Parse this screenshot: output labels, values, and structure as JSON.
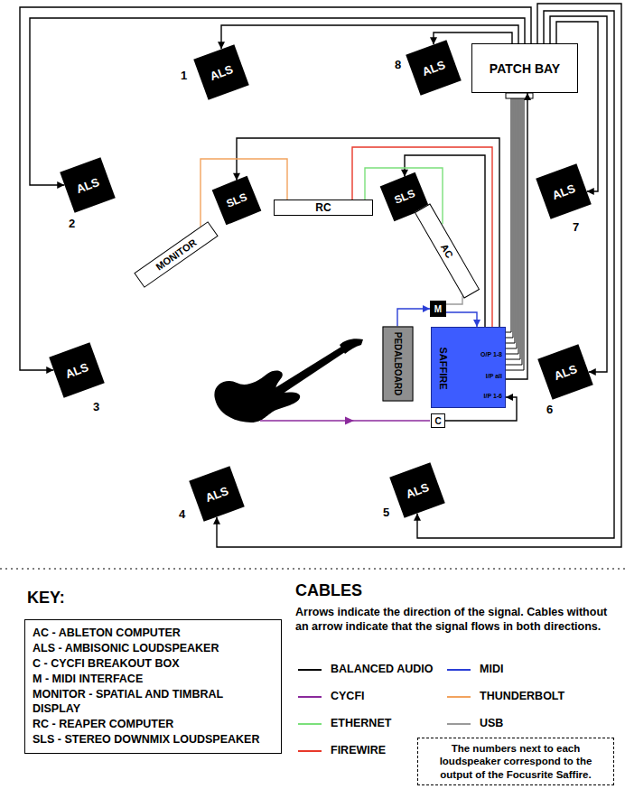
{
  "diagram": {
    "nodes": [
      {
        "text": [
          "ALS"
        ]
      },
      {
        "text": [
          "ALS"
        ]
      },
      {
        "text": [
          "PATCH BAY"
        ]
      },
      {
        "text": [
          "ALS"
        ]
      },
      {
        "text": [
          "SLS"
        ]
      },
      {
        "text": [
          "RC"
        ]
      },
      {
        "text": [
          "SLS"
        ]
      },
      {
        "text": [
          "ALS"
        ]
      },
      {
        "text": [
          "MONITOR"
        ]
      },
      {
        "text": [
          "AC"
        ]
      },
      {
        "text": [
          "M"
        ]
      },
      {
        "text": [
          "PEDALBOARD"
        ]
      },
      {
        "text": [
          "SAFFIRE",
          "O/P 1-8",
          "I/P all",
          "I/P 1-6"
        ]
      },
      {
        "text": [
          "ALS"
        ]
      },
      {
        "text": [
          "ALS"
        ]
      },
      {
        "text": [
          "C"
        ]
      },
      {
        "text": [
          "ALS"
        ]
      },
      {
        "text": [
          "ALS"
        ]
      },
      {
        "text": [
          "AC - ABLETON COMPUTER",
          "ALS - AMBISONIC LOUDSPEAKER",
          "C - CYCFI BREAKOUT BOX",
          "M - MIDI INTERFACE",
          "MONITOR - SPATIAL AND TIMBRAL DISPLAY",
          "RC - REAPER COMPUTER",
          "SLS - STEREO DOWNMIX LOUDSPEAKER"
        ]
      },
      {
        "text": [
          "The numbers next to each loudspeaker correspond to the output of the Focusrite Saffire."
        ]
      }
    ],
    "edges": [
      {
        "from": 2,
        "to": 0,
        "arrow": "to"
      },
      {
        "from": 2,
        "to": 1,
        "arrow": "to"
      },
      {
        "from": 2,
        "to": 3,
        "arrow": "to"
      },
      {
        "from": 2,
        "to": 13,
        "arrow": "to"
      },
      {
        "from": 2,
        "to": 7,
        "arrow": "to"
      },
      {
        "from": 2,
        "to": 14,
        "arrow": "to"
      },
      {
        "from": 2,
        "to": 17,
        "arrow": "to"
      },
      {
        "from": 2,
        "to": 16,
        "arrow": "to"
      },
      {
        "from": 12,
        "to": 2,
        "arrow": "to"
      },
      {
        "from": 12,
        "to": 4,
        "arrow": "to"
      },
      {
        "from": 5,
        "to": 12,
        "arrow": "none"
      },
      {
        "from": 12,
        "to": 6,
        "arrow": "to"
      },
      {
        "from": 8,
        "to": 5,
        "arrow": "none"
      },
      {
        "from": 5,
        "to": 9,
        "arrow": "none"
      },
      {
        "from": 9,
        "to": 10,
        "arrow": "none"
      },
      {
        "from": 11,
        "to": 10,
        "arrow": "to"
      },
      {
        "from": 10,
        "to": 12,
        "arrow": "to"
      },
      {
        "from": 15,
        "to": 12,
        "arrow": "to"
      }
    ],
    "labels": [
      "1",
      "8",
      "2",
      "7",
      "3",
      "6",
      "4",
      "5",
      "KEY:",
      "CABLES",
      "Arrows indicate the direction of the signal. Cables without an arrow indicate that the signal flows in both directions."
    ],
    "legend": [
      {
        "text": "BALANCED AUDIO",
        "color": "#000000"
      },
      {
        "text": "MIDI",
        "color": "#2b3fd6"
      },
      {
        "text": "CYCFI",
        "color": "#8b2a9c"
      },
      {
        "text": "THUNDERBOLT",
        "color": "#f2a35e"
      },
      {
        "text": "ETHERNET",
        "color": "#7be07b"
      },
      {
        "text": "USB",
        "color": "#9a9a9a"
      },
      {
        "text": "FIREWIRE",
        "color": "#e8392b"
      }
    ]
  }
}
